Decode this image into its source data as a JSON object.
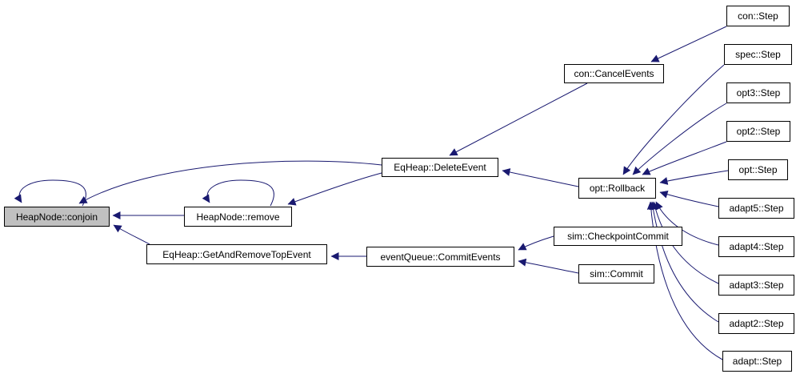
{
  "diagram": {
    "kind": "caller-graph",
    "colors": {
      "edge": "#191970",
      "node_border": "#000000",
      "node_fill": "#ffffff",
      "highlight_fill": "#c0c0c0",
      "background": "#ffffff"
    },
    "nodes": {
      "conjoin": {
        "label": "HeapNode::conjoin",
        "highlighted": true
      },
      "remove": {
        "label": "HeapNode::remove"
      },
      "get_and_remove": {
        "label": "EqHeap::GetAndRemoveTopEvent"
      },
      "delete_event": {
        "label": "EqHeap::DeleteEvent"
      },
      "commit_events": {
        "label": "eventQueue::CommitEvents"
      },
      "checkpoint_commit": {
        "label": "sim::CheckpointCommit"
      },
      "sim_commit": {
        "label": "sim::Commit"
      },
      "cancel_events": {
        "label": "con::CancelEvents"
      },
      "rollback": {
        "label": "opt::Rollback"
      },
      "con_step": {
        "label": "con::Step"
      },
      "spec_step": {
        "label": "spec::Step"
      },
      "opt3_step": {
        "label": "opt3::Step"
      },
      "opt2_step": {
        "label": "opt2::Step"
      },
      "opt_step": {
        "label": "opt::Step"
      },
      "adapt5_step": {
        "label": "adapt5::Step"
      },
      "adapt4_step": {
        "label": "adapt4::Step"
      },
      "adapt3_step": {
        "label": "adapt3::Step"
      },
      "adapt2_step": {
        "label": "adapt2::Step"
      },
      "adapt_step": {
        "label": "adapt::Step"
      }
    },
    "edges": [
      {
        "from": "conjoin",
        "to": "conjoin",
        "type": "self-loop"
      },
      {
        "from": "remove",
        "to": "remove",
        "type": "self-loop"
      },
      {
        "from": "remove",
        "to": "conjoin"
      },
      {
        "from": "get_and_remove",
        "to": "conjoin"
      },
      {
        "from": "delete_event",
        "to": "conjoin"
      },
      {
        "from": "delete_event",
        "to": "remove"
      },
      {
        "from": "cancel_events",
        "to": "delete_event"
      },
      {
        "from": "rollback",
        "to": "delete_event"
      },
      {
        "from": "con_step",
        "to": "cancel_events"
      },
      {
        "from": "commit_events",
        "to": "get_and_remove"
      },
      {
        "from": "checkpoint_commit",
        "to": "commit_events"
      },
      {
        "from": "sim_commit",
        "to": "commit_events"
      },
      {
        "from": "spec_step",
        "to": "rollback"
      },
      {
        "from": "opt3_step",
        "to": "rollback"
      },
      {
        "from": "opt2_step",
        "to": "rollback"
      },
      {
        "from": "opt_step",
        "to": "rollback"
      },
      {
        "from": "adapt5_step",
        "to": "rollback"
      },
      {
        "from": "adapt4_step",
        "to": "rollback"
      },
      {
        "from": "adapt3_step",
        "to": "rollback"
      },
      {
        "from": "adapt2_step",
        "to": "rollback"
      },
      {
        "from": "adapt_step",
        "to": "rollback"
      }
    ]
  }
}
